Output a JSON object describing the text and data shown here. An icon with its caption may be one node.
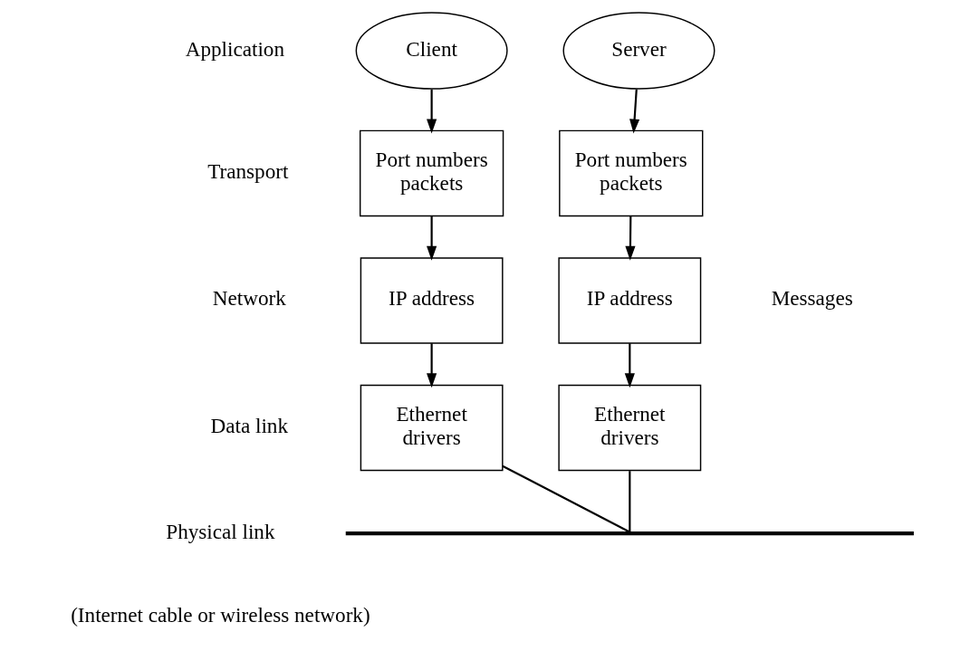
{
  "diagram": {
    "nodes": [
      {
        "text": [
          "Client"
        ]
      },
      {
        "text": [
          "Server"
        ]
      },
      {
        "text": [
          "Port numbers packets"
        ]
      },
      {
        "text": [
          "Port numbers packets"
        ]
      },
      {
        "text": [
          "IP address"
        ]
      },
      {
        "text": [
          "IP address"
        ]
      },
      {
        "text": [
          "Ethernet drivers"
        ]
      },
      {
        "text": [
          "Ethernet drivers"
        ]
      },
      {
        "text": [],
        "shape": "bar"
      }
    ],
    "edges": [
      {
        "from": 0,
        "to": 2,
        "arrow": "to"
      },
      {
        "from": 1,
        "to": 3,
        "arrow": "to"
      },
      {
        "from": 2,
        "to": 4,
        "arrow": "to"
      },
      {
        "from": 3,
        "to": 5,
        "arrow": "to"
      },
      {
        "from": 4,
        "to": 6,
        "arrow": "to"
      },
      {
        "from": 5,
        "to": 7,
        "arrow": "to"
      },
      {
        "from": 6,
        "to": 8,
        "arrow": "none"
      },
      {
        "from": 7,
        "to": 8,
        "arrow": "none"
      }
    ],
    "labels": [
      "Application",
      "Transport",
      "Network",
      "Messages",
      "Data link",
      "Physical link",
      "(Internet cable or wireless network)"
    ]
  }
}
